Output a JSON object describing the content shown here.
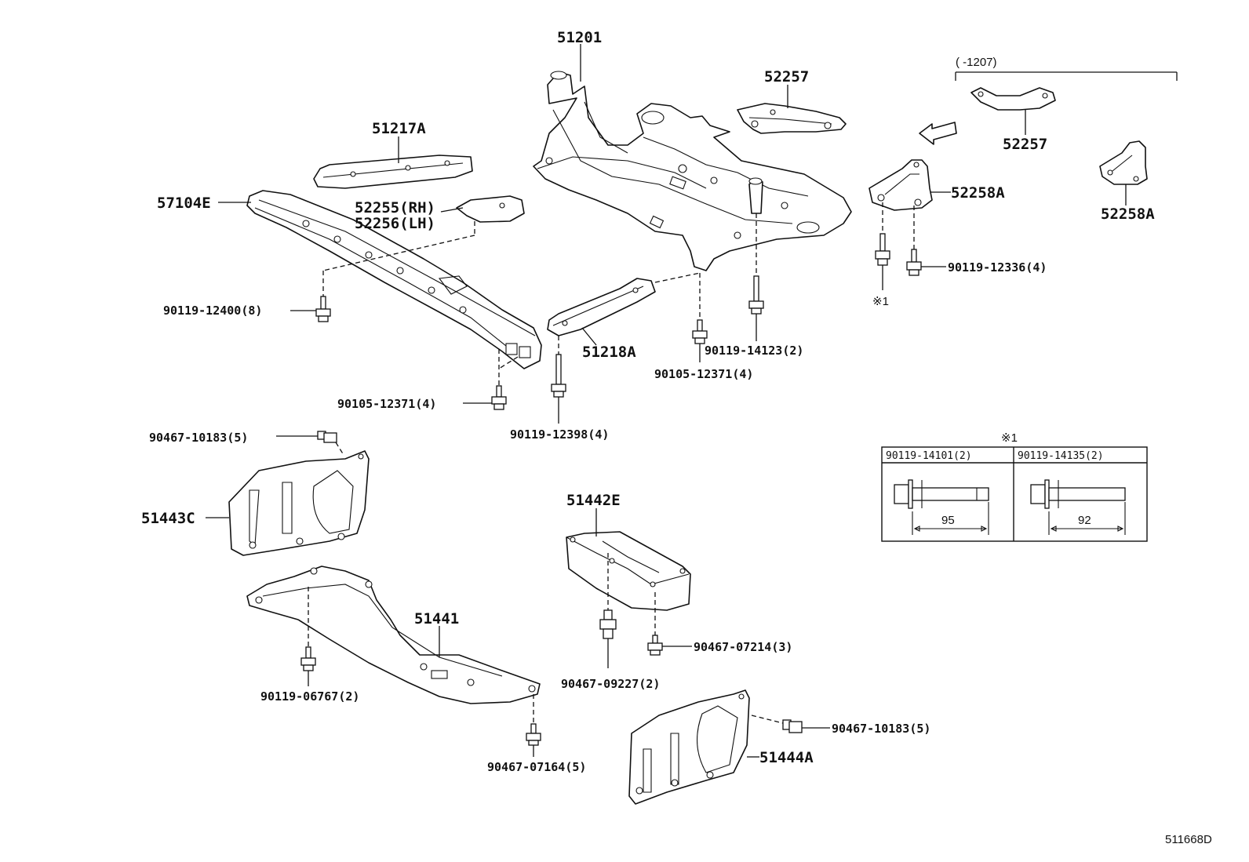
{
  "diagram_id": "511668D",
  "date_range": "(     -1207)",
  "note_marker": "※1",
  "labels": {
    "p51201": "51201",
    "p52257a": "52257",
    "p52257b": "52257",
    "p51217a": "51217A",
    "p57104e": "57104E",
    "p52255": "52255(RH)",
    "p52256": "52256(LH)",
    "p52258a_a": "52258A",
    "p52258a_b": "52258A",
    "b90119_12336": "90119-12336(4)",
    "note1": "※1",
    "b90119_12400": "90119-12400(8)",
    "p51218a": "51218A",
    "b90119_14123": "90119-14123(2)",
    "b90105_12371b": "90105-12371(4)",
    "b90105_12371a": "90105-12371(4)",
    "b90119_12398": "90119-12398(4)",
    "c90467_10183a": "90467-10183(5)",
    "p51443c": "51443C",
    "p51442e": "51442E",
    "p51441": "51441",
    "c90467_07214": "90467-07214(3)",
    "b90119_06767": "90119-06767(2)",
    "c90467_09227": "90467-09227(2)",
    "c90467_10183b": "90467-10183(5)",
    "p51444a": "51444A",
    "c90467_07164": "90467-07164(5)"
  },
  "table": {
    "marker": "※1",
    "col1_header": "90119-14101(2)",
    "col2_header": "90119-14135(2)",
    "col1_length": "95",
    "col2_length": "92"
  }
}
